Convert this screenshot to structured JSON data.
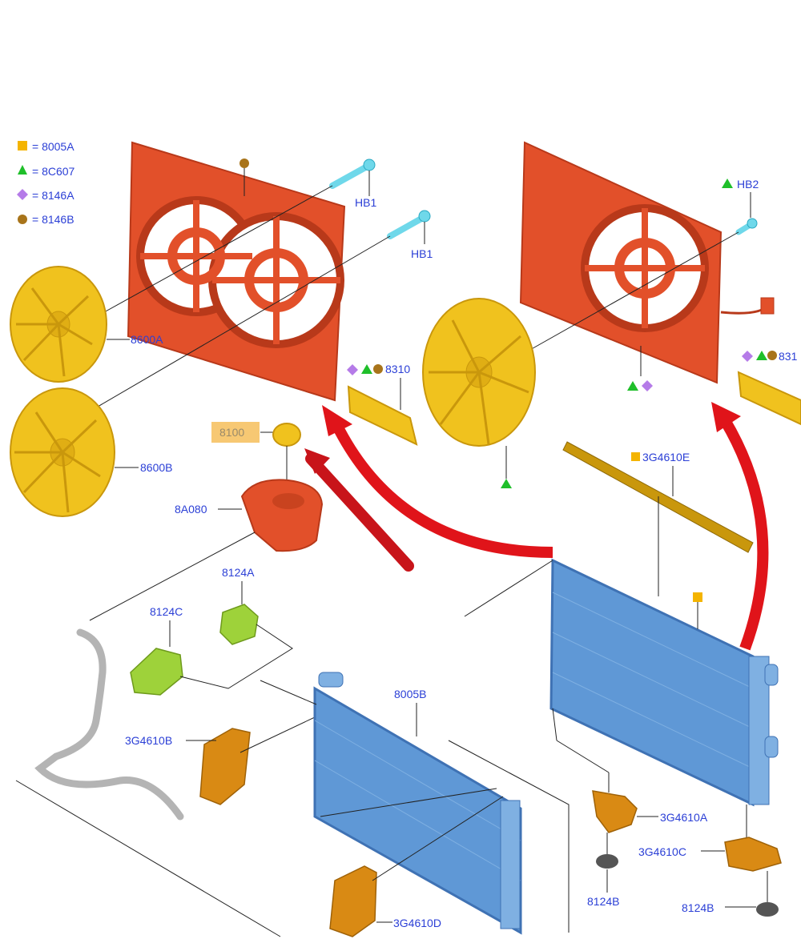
{
  "legend": [
    {
      "symbol": "square",
      "color": "#f4b400",
      "text": "= 8005A"
    },
    {
      "symbol": "triangle",
      "color": "#1fbf2a",
      "text": "= 8C607"
    },
    {
      "symbol": "diamond",
      "color": "#b57be8",
      "text": "= 8146A"
    },
    {
      "symbol": "circle",
      "color": "#a8741a",
      "text": "= 8146B"
    }
  ],
  "parts": {
    "hb1_upper": "HB1",
    "hb1_lower": "HB1",
    "hb2": "HB2",
    "fan_upper": "8600A",
    "fan_lower": "8600B",
    "shroud_clip_left": "8310",
    "shroud_clip_right": "831",
    "cap": "8100",
    "reservoir": "8A080",
    "hose_a": "8124A",
    "hose_c": "8124C",
    "bracket_b": "3G4610B",
    "radiator_left": "8005B",
    "bracket_d": "3G4610D",
    "strip_e": "3G4610E",
    "bracket_a": "3G4610A",
    "bracket_c": "3G4610C",
    "grommet_left": "8124B",
    "grommet_right": "8124B"
  },
  "colors": {
    "shroud": "#e2502a",
    "shroud_dark": "#b8391a",
    "fan": "#f0c21e",
    "fan_dark": "#c9970c",
    "radiator": "#5f98d6",
    "radiator_dark": "#3f72b4",
    "bracket": "#d98a14",
    "pump": "#9ed23a",
    "bolt": "#6fd8ea",
    "arrow": "#e0141a",
    "label": "#2b3fd6",
    "highlight": "#f7c873"
  }
}
